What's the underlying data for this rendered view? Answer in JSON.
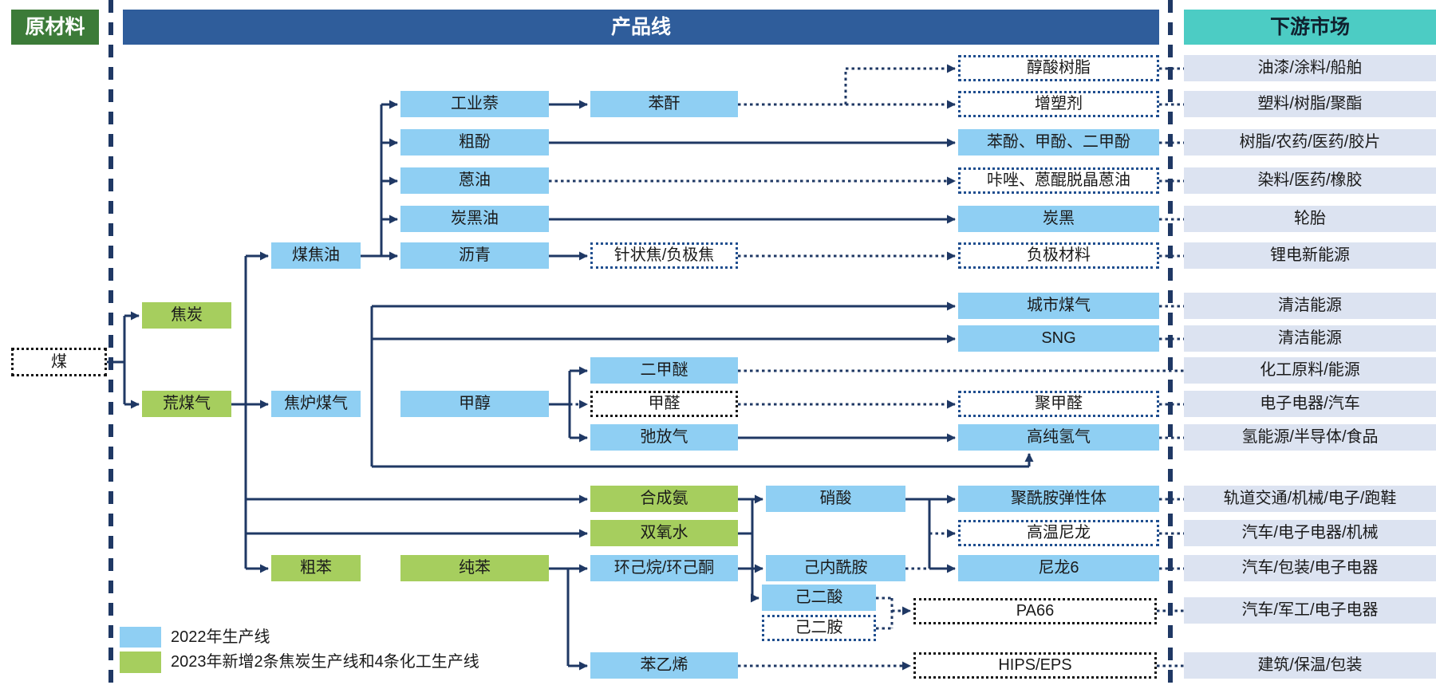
{
  "headers": {
    "raw_materials": "原材料",
    "product_line": "产品线",
    "downstream_market": "下游市场"
  },
  "legend": [
    {
      "swatch": "light-blue",
      "color": "#8FCFF3",
      "label": "2022年生产线"
    },
    {
      "swatch": "green",
      "color": "#A6CE5E",
      "label": "2023年新增2条焦炭生产线和4条化工生产线"
    }
  ],
  "colors": {
    "product_line_header": "#2F5D9B",
    "raw_materials_header": "#3C7B38",
    "downstream_market_header": "#4CCCC4",
    "line_2022_box": "#8FCFF3",
    "line_2023_box": "#A6CE5E",
    "market_row": "#DCE3F1",
    "connector": "#1F3864"
  },
  "nodes": {
    "coal": "煤",
    "coke": "焦炭",
    "raw_gas": "荒煤气",
    "coal_tar": "煤焦油",
    "coke_oven_gas": "焦炉煤气",
    "crude_benzene": "粗苯",
    "industrial_naphthalene": "工业萘",
    "crude_phenol": "粗酚",
    "anthracene_oil": "蒽油",
    "carbon_black_oil": "炭黑油",
    "pitch": "沥青",
    "methanol": "甲醇",
    "pure_benzene": "纯苯",
    "phthalic_anhydride": "苯酐",
    "needle_coke": "针状焦/负极焦",
    "dme": "二甲醚",
    "formaldehyde": "甲醛",
    "purge_gas": "弛放气",
    "synthetic_ammonia": "合成氨",
    "hydrogen_peroxide": "双氧水",
    "cyclohexane": "环己烷/环己酮",
    "styrene": "苯乙烯",
    "nitric_acid": "硝酸",
    "caprolactam": "己内酰胺",
    "adipic_acid": "己二酸",
    "hexamethylene_diamine": "己二胺",
    "alkyd_resin": "醇酸树脂",
    "plasticizer": "增塑剂",
    "phenols": "苯酚、甲酚、二甲酚",
    "carbazole": "咔唑、蒽醌脱晶蒽油",
    "carbon_black": "炭黑",
    "anode_material": "负极材料",
    "city_gas": "城市煤气",
    "sng": "SNG",
    "pom": "聚甲醛",
    "high_purity_h2": "高纯氢气",
    "pa_elastomer": "聚酰胺弹性体",
    "ht_nylon": "高温尼龙",
    "nylon6": "尼龙6",
    "pa66": "PA66",
    "hips_eps": "HIPS/EPS"
  },
  "markets": [
    "油漆/涂料/船舶",
    "塑料/树脂/聚酯",
    "树脂/农药/医药/胶片",
    "染料/医药/橡胶",
    "轮胎",
    "锂电新能源",
    "清洁能源",
    "清洁能源",
    "化工原料/能源",
    "电子电器/汽车",
    "氢能源/半导体/食品",
    "轨道交通/机械/电子/跑鞋",
    "汽车/电子电器/机械",
    "汽车/包装/电子电器",
    "汽车/军工/电子电器",
    "建筑/保温/包装"
  ]
}
